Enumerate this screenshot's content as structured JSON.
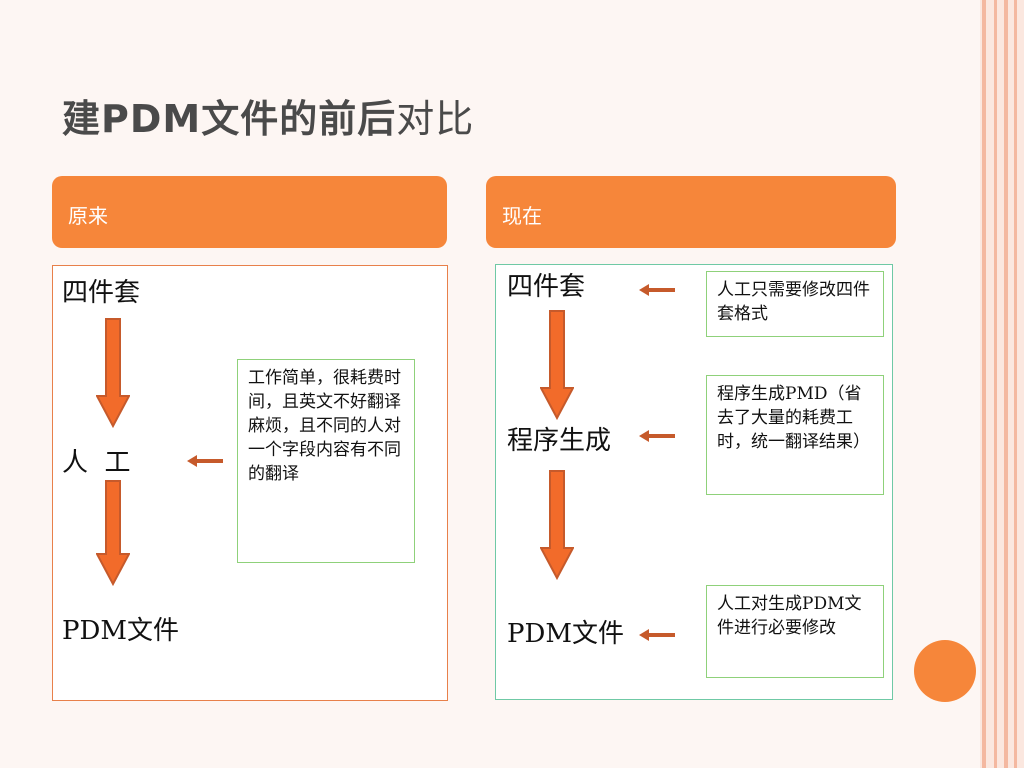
{
  "title": {
    "main": "建PDM文件的前后",
    "suffix": "对比"
  },
  "left": {
    "header": "原来",
    "steps": [
      "四件套",
      "人  工",
      "PDM文件"
    ],
    "note": "工作简单，很耗费时间，且英文不好翻译麻烦，且不同的人对一个字段内容有不同的翻译"
  },
  "right": {
    "header": "现在",
    "steps": [
      "四件套",
      "程序生成",
      "PDM文件"
    ],
    "notes": [
      "人工只需要修改四件套格式",
      "程序生成PMD（省去了大量的耗费工时，统一翻译结果）",
      "人工对生成PDM文件进行必要修改"
    ]
  },
  "colors": {
    "accent": "#f6863a",
    "left_border": "#e8804a",
    "right_border": "#6fc9a5",
    "note_border": "#8fd17a",
    "arrow_fill": "#f26b2a",
    "arrow_stroke": "#c65a2b"
  }
}
